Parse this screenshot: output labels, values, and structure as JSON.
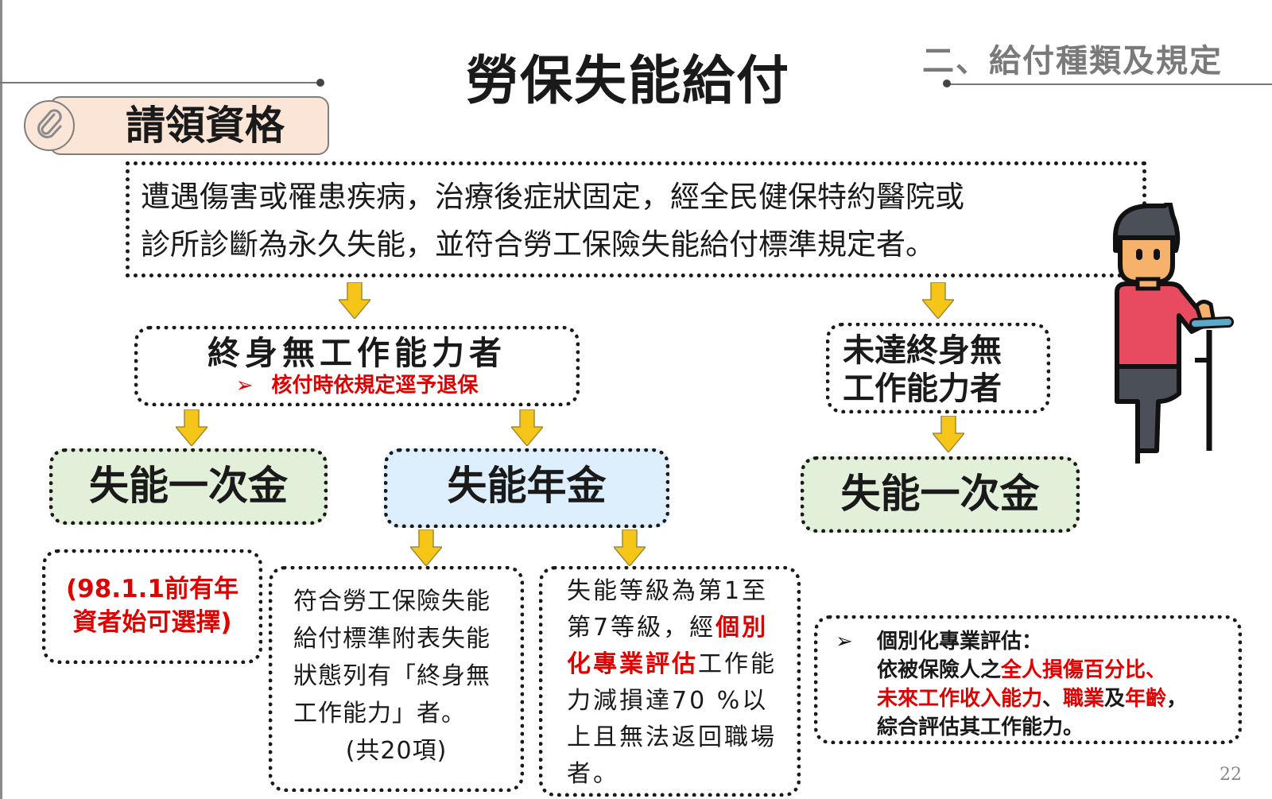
{
  "slide": {
    "title": "勞保失能給付",
    "section_tag": "二、給付種類及規定",
    "page_number": "22"
  },
  "qualification": {
    "label": "請領資格",
    "condition_line1": "遭遇傷害或罹患疾病，治療後症狀固定，經全民健保特約醫院或",
    "condition_line2": "診所診斷為永久失能，並符合勞工保險失能給付標準規定者。"
  },
  "lifetime_incapacity": {
    "title": "終身無工作能力者",
    "note_bullet": "➢",
    "note": "核付時依規定逕予退保"
  },
  "not_lifetime": {
    "line1": "未達終身無",
    "line2": "工作能力者"
  },
  "benefits": {
    "lump_sum_left": "失能一次金",
    "pension": "失能年金",
    "lump_sum_right": "失能一次金"
  },
  "lump_sum_condition": {
    "line1": "(98.1.1前有年",
    "line2": "資者始可選擇)"
  },
  "pension_condition_list": {
    "line1": "符合勞工保險失能",
    "line2": "給付標準附表失能",
    "line3": "狀態列有「終身無",
    "line4": "工作能力」者。",
    "count": "(共20項)"
  },
  "pension_condition_grade": {
    "line1": "失能等級為第1至",
    "line2_a": "第7等級，經",
    "line2_b": "個別",
    "line3_a": "化專業評估",
    "line3_b": "工作能",
    "line4": "力減損達70 %以",
    "line5": "上且無法返回職場",
    "line6": "者。"
  },
  "individual_eval": {
    "bullet": "➢",
    "heading": "個別化專業評估：",
    "line2_a": "依被保險人之",
    "line2_b": "全人損傷百分比、",
    "line3_a": "未來工作收入能力",
    "line3_b": "、",
    "line3_c": "職業",
    "line3_d": "及",
    "line3_e": "年齡",
    "line3_f": "，",
    "line4": "綜合評估其工作能力。"
  },
  "colors": {
    "accent_red": "#e00000",
    "arrow_yellow": "#f5c518",
    "pill_fill": "#fbe5d6",
    "green_fill": "#e2efd9",
    "blue_fill": "#ddeefd"
  },
  "icons": {
    "clip": "paperclip-icon",
    "arrow": "down-arrow-icon",
    "person": "person-with-cane-icon"
  }
}
